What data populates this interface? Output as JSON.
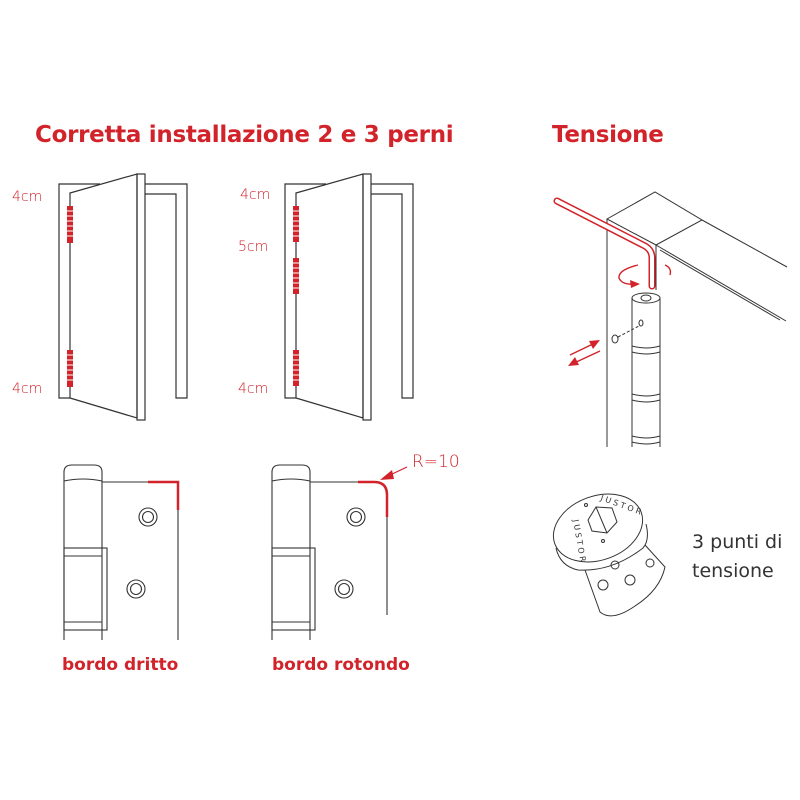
{
  "section_install": {
    "title": "Corretta installazione 2 e 3 perni",
    "door_2_pins": {
      "top_label": "4cm",
      "bottom_label": "4cm"
    },
    "door_3_pins": {
      "top_label": "4cm",
      "middle_label": "5cm",
      "bottom_label": "4cm"
    },
    "hinge_straight": {
      "caption": "bordo dritto"
    },
    "hinge_round": {
      "caption": "bordo rotondo",
      "radius_label": "R=10"
    }
  },
  "section_tension": {
    "title": "Tensione",
    "cap_logo_text": "JUSTOR",
    "note_line1": "3 punti di",
    "note_line2": "tensione"
  },
  "colors": {
    "accent": "#d2232a",
    "line": "#333333"
  }
}
